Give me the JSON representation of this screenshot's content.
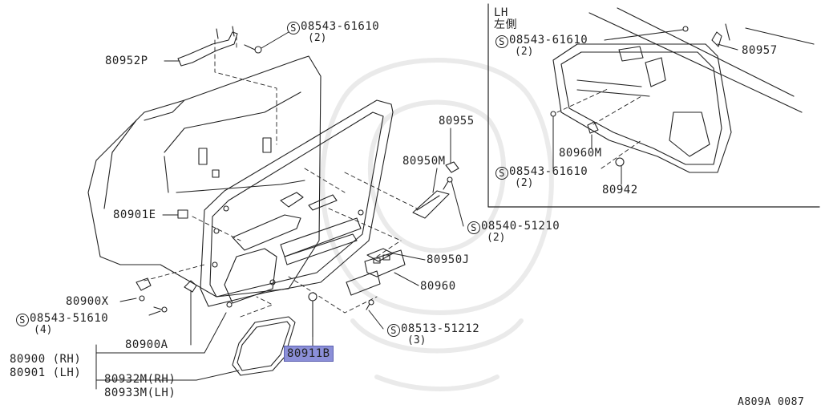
{
  "inset": {
    "side": "LH",
    "side_jp": "左側"
  },
  "parts": {
    "p80952P": "80952P",
    "p80957": "80957",
    "p80955": "80955",
    "p80950M": "80950M",
    "p80901E": "80901E",
    "p80950J": "80950J",
    "p80960": "80960",
    "p80960M": "80960M",
    "p80942": "80942",
    "p80900X": "80900X",
    "p80900A": "80900A",
    "p80911B": "80911B",
    "p80900": "80900 (RH)",
    "p80901": "80901 (LH)",
    "p80932M": "80932M(RH)",
    "p80933M": "80933M(LH)"
  },
  "screws": {
    "s_top": {
      "symbol": "S",
      "code": "08543-61610",
      "qty": "(2)"
    },
    "s_inset1": {
      "symbol": "S",
      "code": "08543-61610",
      "qty": "(2)"
    },
    "s_inset2": {
      "symbol": "S",
      "code": "08543-61610",
      "qty": "(2)"
    },
    "s_51210": {
      "symbol": "S",
      "code": "08540-51210",
      "qty": "(2)"
    },
    "s_51610": {
      "symbol": "S",
      "code": "08543-51610",
      "qty": "(4)"
    },
    "s_51212": {
      "symbol": "S",
      "code": "08513-51212",
      "qty": "(3)"
    }
  },
  "footer": {
    "code": "A809A 0087"
  }
}
